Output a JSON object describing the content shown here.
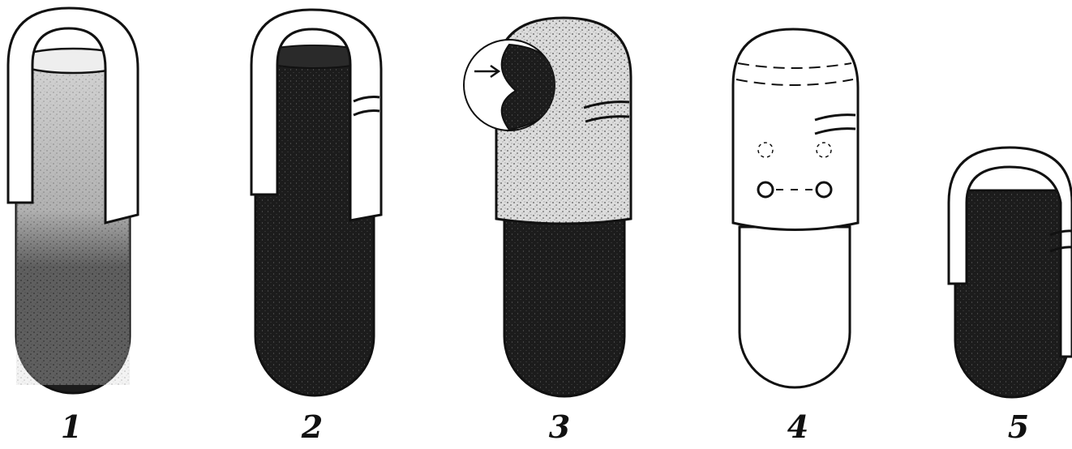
{
  "figure": {
    "labels": [
      "1",
      "2",
      "3",
      "4",
      "5"
    ],
    "ink_color": "#111111",
    "paper_color": "#ffffff",
    "dark_fill": "#1c1c1c",
    "speckle_fill": "#d9d9d9"
  }
}
